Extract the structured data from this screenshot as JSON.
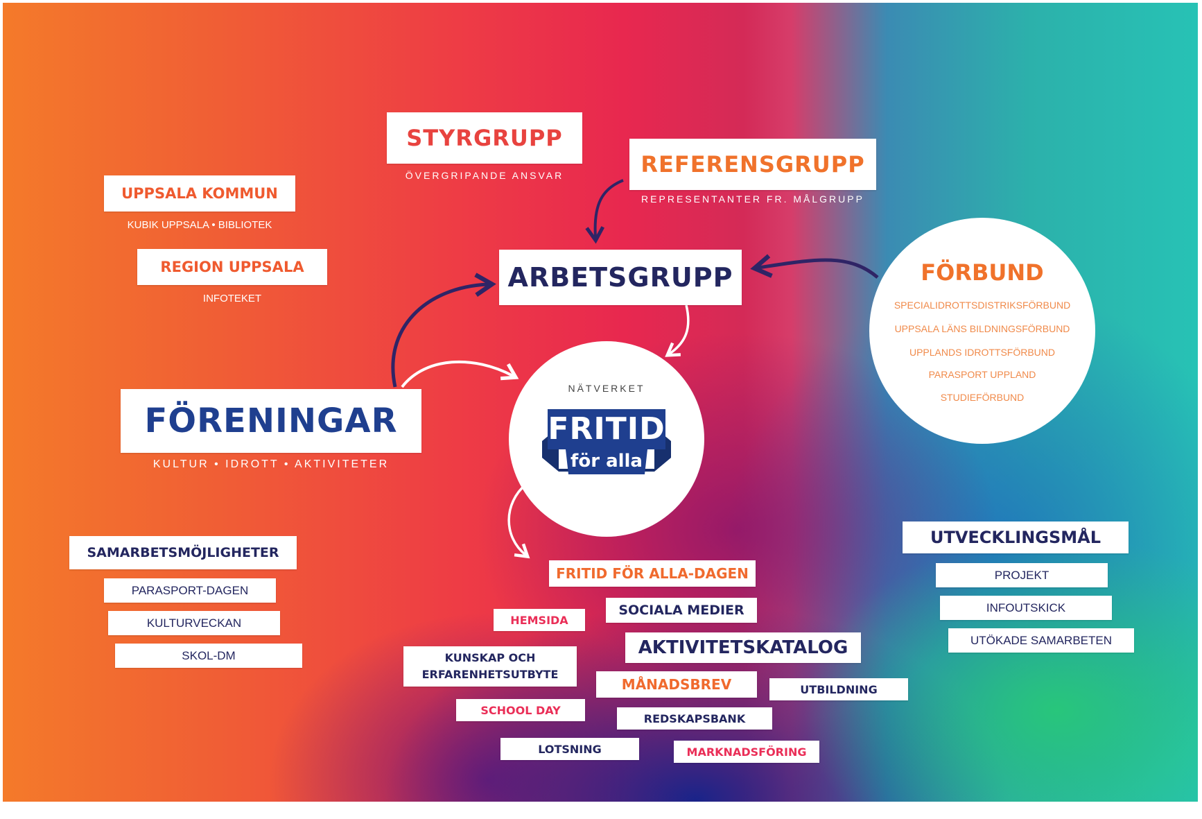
{
  "styrgrupp": {
    "title": "STYRGRUPP",
    "subtitle": "ÖVERGRIPANDE ANSVAR"
  },
  "referensgrupp": {
    "title": "REFERENSGRUPP",
    "subtitle": "REPRESENTANTER FR. MÅLGRUPP"
  },
  "uppsala_kommun": {
    "title": "UPPSALA KOMMUN",
    "subtitle": "KUBIK UPPSALA  •  BIBLIOTEK"
  },
  "region_uppsala": {
    "title": "REGION UPPSALA",
    "subtitle": "INFOTEKET"
  },
  "arbetsgrupp": {
    "title": "ARBETSGRUPP"
  },
  "forbund": {
    "title": "FÖRBUND",
    "items": [
      "SPECIALIDROTTSDISTRIKSFÖRBUND",
      "UPPSALA LÄNS BILDNINGSFÖRBUND",
      "UPPLANDS IDROTTSFÖRBUND",
      "PARASPORT UPPLAND",
      "STUDIEFÖRBUND"
    ]
  },
  "foreningar": {
    "title": "FÖRENINGAR",
    "subtitle": "KULTUR  •  IDROTT  •  AKTIVITETER"
  },
  "natverket": {
    "label": "NÄTVERKET",
    "logo_main": "FRITID",
    "logo_sub": "för alla"
  },
  "samarbete": {
    "title": "SAMARBETSMÖJLIGHETER",
    "items": [
      "PARASPORT-DAGEN",
      "KULTURVECKAN",
      "SKOL-DM"
    ]
  },
  "utveckling": {
    "title": "UTVECKLINGSMÅL",
    "items": [
      "PROJEKT",
      "INFOUTSKICK",
      "UTÖKADE SAMARBETEN"
    ]
  },
  "activities": {
    "fritid_dagen": "FRITID FÖR ALLA-DAGEN",
    "sociala_medier": "SOCIALA MEDIER",
    "hemsida": "HEMSIDA",
    "aktivitetskatalog": "AKTIVITETSKATALOG",
    "kunskap_line1": "KUNSKAP OCH",
    "kunskap_line2": "ERFARENHETSUTBYTE",
    "manadsbrev": "MÅNADSBREV",
    "utbildning": "UTBILDNING",
    "school_day": "SCHOOL DAY",
    "redskapsbank": "REDSKAPSBANK",
    "lotsning": "LOTSNING",
    "marknadsforing": "MARKNADSFÖRING"
  },
  "colors": {
    "navy": "#23265f",
    "orange": "#f0722b",
    "pink": "#ea2e57",
    "logo_blue": "#1f3f8f"
  }
}
